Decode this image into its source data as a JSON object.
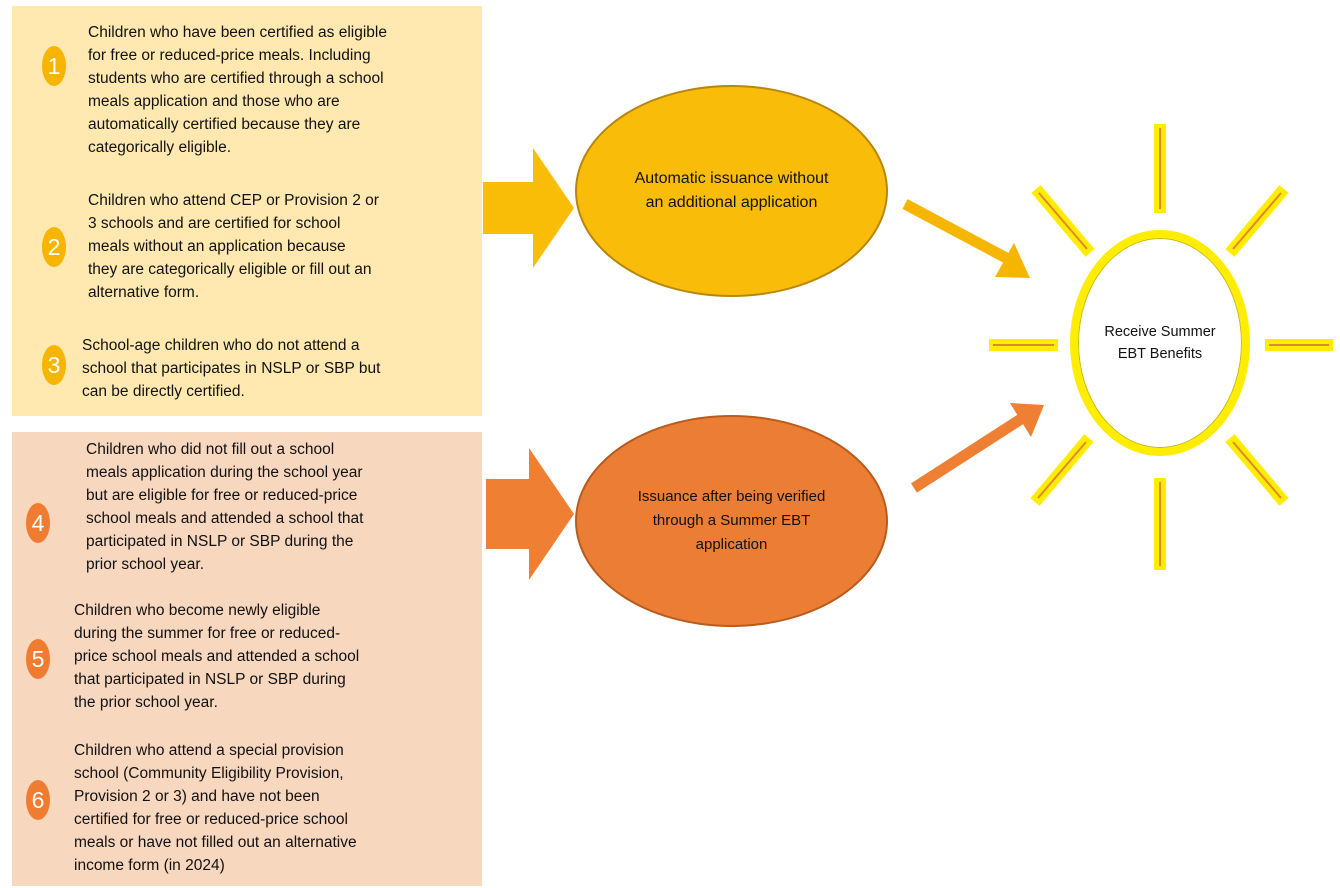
{
  "eligibility_groups": [
    {
      "number": "1",
      "text": "Children who have been certified as eligible\nfor free or reduced-price meals. Including\nstudents who are certified through a school\nmeals application and those who are\nautomatically certified because they are\ncategorically eligible."
    },
    {
      "number": "2",
      "text": "Children who attend CEP or Provision 2 or\n3 schools and are certified for school\nmeals without an application because\nthey are categorically eligible or fill out an\nalternative form."
    },
    {
      "number": "3",
      "text": "School-age children who do not attend a\nschool that participates in NSLP or SBP but\ncan be directly certified."
    },
    {
      "number": "4",
      "text": "Children who did not fill out a school\nmeals application during the school year\nbut are eligible for free or reduced-price\nschool meals and attended a school that\nparticipated in NSLP or SBP during the\nprior school year."
    },
    {
      "number": "5",
      "text": "Children who become newly eligible\nduring the summer for free or reduced-\nprice school meals and attended a school\nthat participated in NSLP or SBP during\nthe prior school year."
    },
    {
      "number": "6",
      "text": "Children who attend a special provision\nschool (Community Eligibility Provision,\nProvision 2 or 3) and have not been\ncertified for free or reduced-price school\nmeals or have not filled out an alternative\nincome form (in 2024)"
    }
  ],
  "paths": {
    "automatic": "Automatic issuance without\nan additional application",
    "application": "Issuance after being verified\nthrough a Summer EBT\napplication"
  },
  "outcome": {
    "label": "Receive Summer\nEBT Benefits"
  },
  "colors": {
    "automatic_group_background": "#ffe9b0",
    "application_group_background": "#f8d7bf",
    "automatic_accent": "#f9bd09",
    "application_accent": "#ec7d34",
    "sun_yellow": "#ffed00"
  },
  "icons": {
    "sun_rays": "sun-ray-icon"
  }
}
